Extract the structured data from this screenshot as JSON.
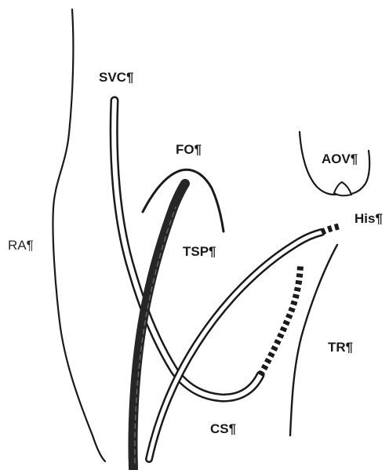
{
  "labels": {
    "svc": "SVC¶",
    "fo": "FO¶",
    "aov": "AOV¶",
    "his": "His¶",
    "ra": "RA¶",
    "tsp": "TSP¶",
    "tr": "TR¶",
    "cs": "CS¶"
  },
  "colors": {
    "background": "#ffffff",
    "ink": "#1a1a1a",
    "catheter_fill": "#ffffff",
    "dark_sheath": "#262626"
  }
}
